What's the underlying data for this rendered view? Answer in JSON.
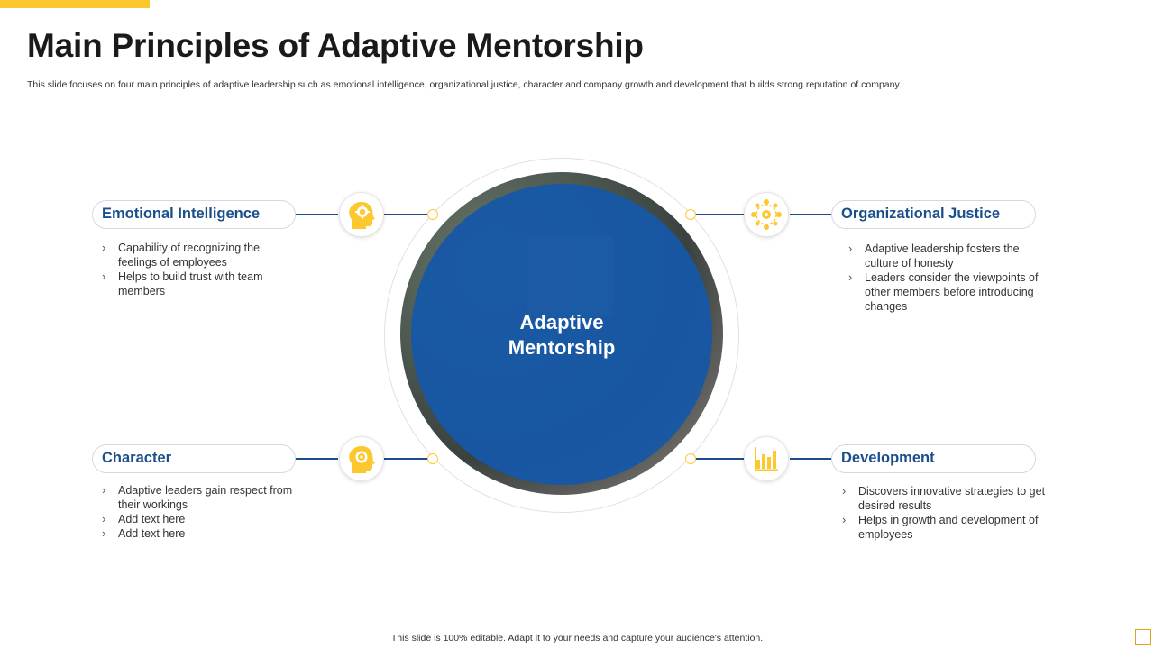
{
  "header": {
    "title": "Main Principles of Adaptive Mentorship",
    "subtitle": "This slide focuses on four main principles of adaptive leadership such as emotional  intelligence, organizational justice, character and company growth and development that builds strong reputation of company."
  },
  "center": {
    "line1": "Adaptive",
    "line2": "Mentorship"
  },
  "principles": [
    {
      "title": "Emotional Intelligence",
      "icon": "head-gear-icon",
      "bullets": [
        "Capability of recognizing the feelings of employees",
        "Helps to build trust with team members"
      ]
    },
    {
      "title": "Organizational Justice",
      "icon": "network-gear-icon",
      "bullets": [
        "Adaptive leadership fosters the culture of honesty",
        "Leaders consider the viewpoints  of other members before introducing changes"
      ]
    },
    {
      "title": "Character",
      "icon": "head-gear-icon",
      "bullets": [
        "Adaptive leaders gain respect from their workings",
        "Add text here",
        "Add text here"
      ]
    },
    {
      "title": "Development",
      "icon": "bar-chart-icon",
      "bullets": [
        "Discovers innovative  strategies to get desired results",
        "Helps in growth and development  of employees"
      ]
    }
  ],
  "footer": {
    "note": "This slide is 100% editable.  Adapt it to your needs and capture your audience's attention."
  },
  "colors": {
    "accent": "#FDC82F",
    "primary_blue": "#1657A6",
    "title_blue": "#1b4f8c"
  }
}
